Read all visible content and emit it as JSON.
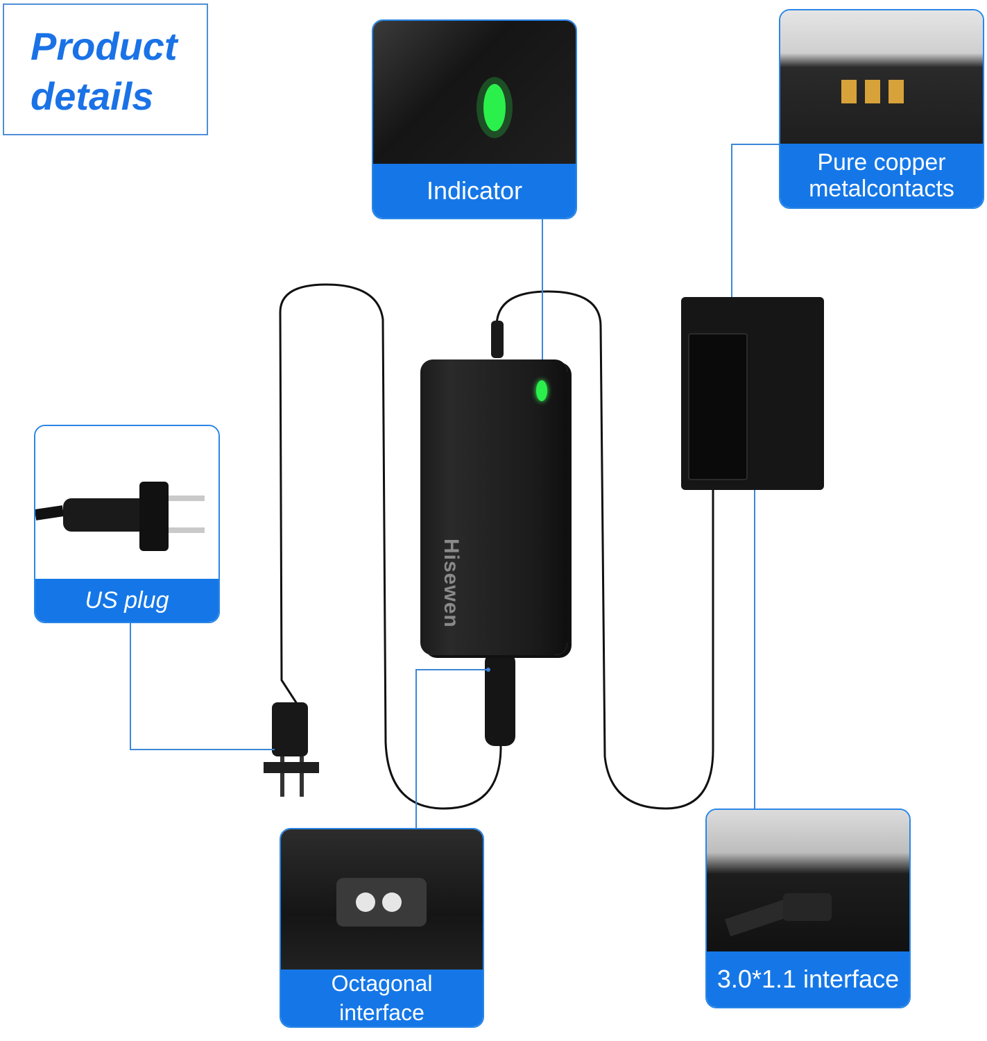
{
  "title": "Product details",
  "brand": "Hisewen",
  "callouts": {
    "indicator": "Indicator",
    "copper": [
      "Pure copper",
      "metalcontacts"
    ],
    "us_plug": "US plug",
    "octagonal": [
      "Octagonal",
      "interface"
    ],
    "dc_interface": "3.0*1.1 interface"
  },
  "colors": {
    "accent": "#1577e7",
    "title": "#1a72e6",
    "led": "#2bf04b"
  }
}
